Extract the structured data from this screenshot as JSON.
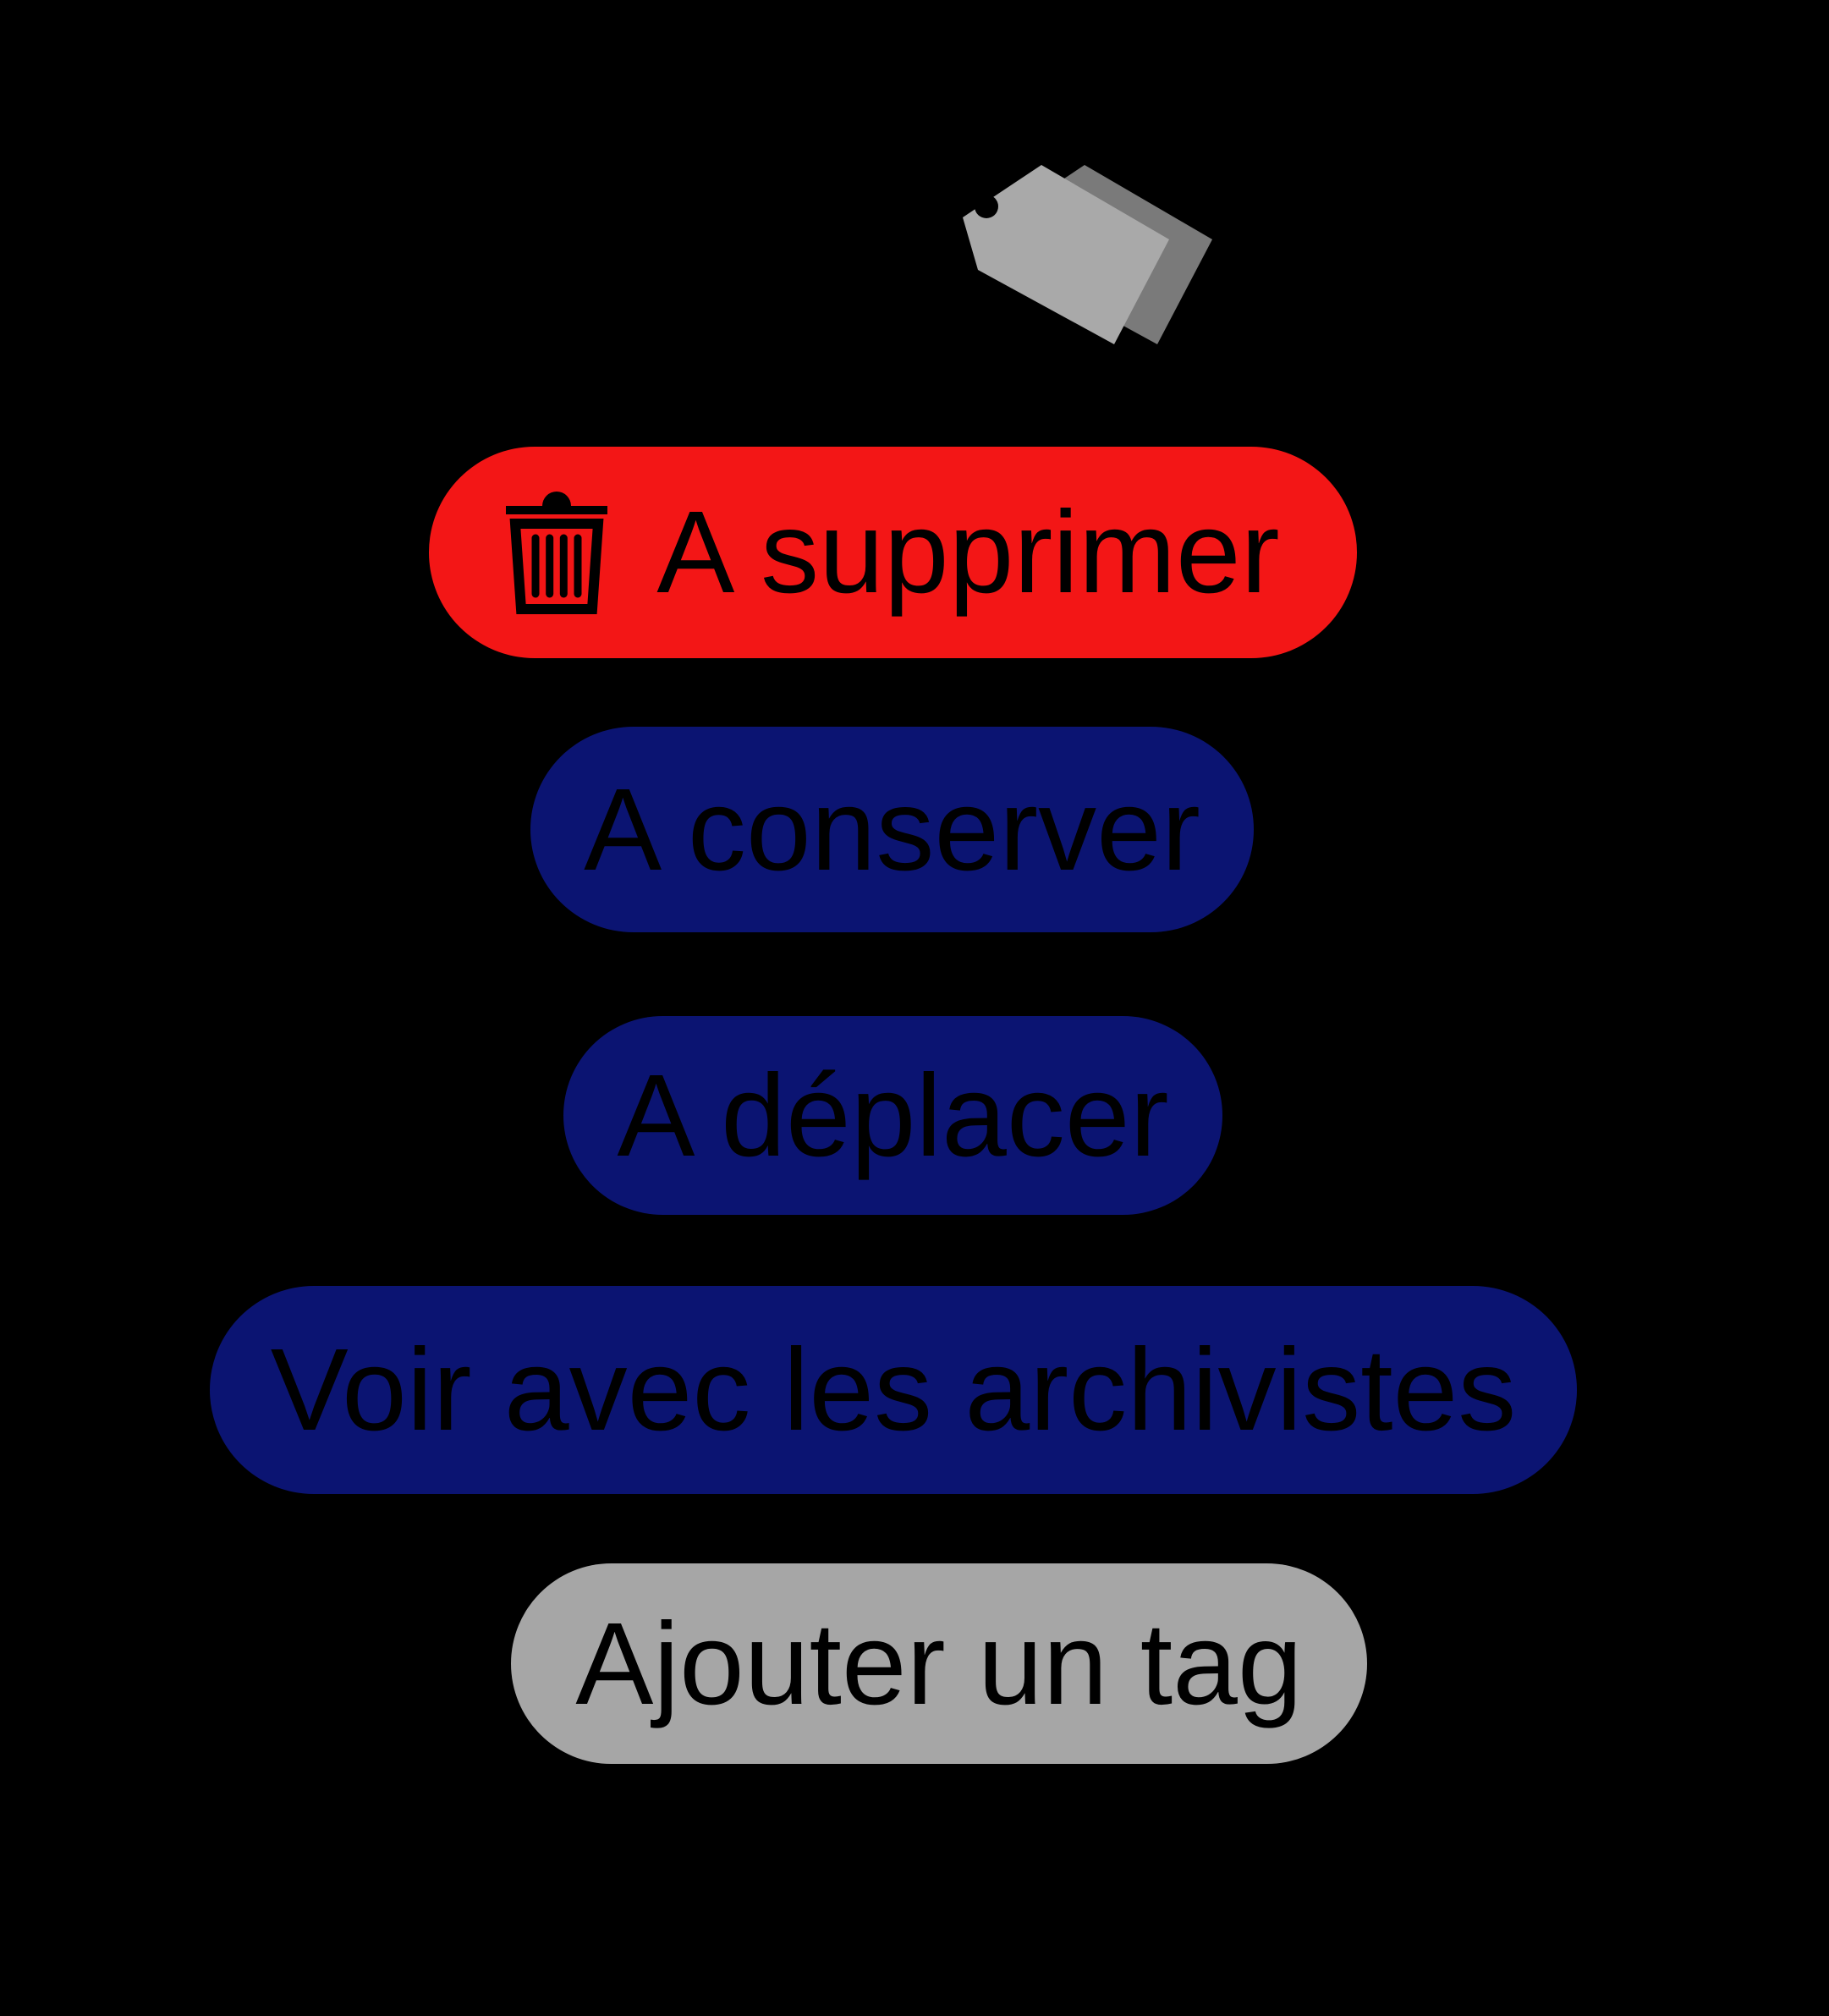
{
  "background_color": "#000000",
  "tag_icon": {
    "front_color": "#a9a9a9",
    "shadow_color": "#7a7a7a",
    "hole_color": "#000000"
  },
  "buttons": [
    {
      "label": "A supprimer",
      "color": "#f31616",
      "text_color": "#000000",
      "icon": "trash-icon"
    },
    {
      "label": "A conserver",
      "color": "#0b1472",
      "text_color": "#000000"
    },
    {
      "label": "A déplacer",
      "color": "#0b1472",
      "text_color": "#000000"
    },
    {
      "label": "Voir avec les archivistes",
      "color": "#0b1472",
      "text_color": "#000000"
    },
    {
      "label": "Ajouter un tag",
      "color": "#a6a6a6",
      "text_color": "#000000"
    }
  ]
}
